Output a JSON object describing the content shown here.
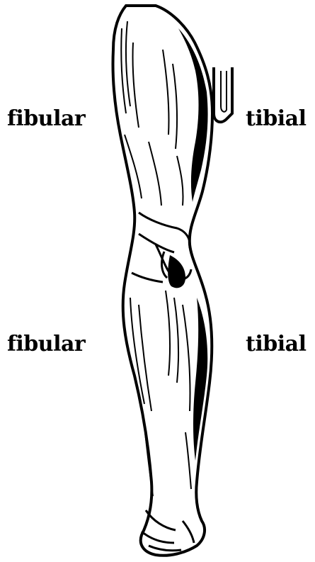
{
  "labels": {
    "fibular_upper": "fibular",
    "tibial_upper": "tibial",
    "fibular_lower": "fibular",
    "tibial_lower": "tibial"
  },
  "colors": {
    "ink": "#000000",
    "paper": "#ffffff"
  }
}
